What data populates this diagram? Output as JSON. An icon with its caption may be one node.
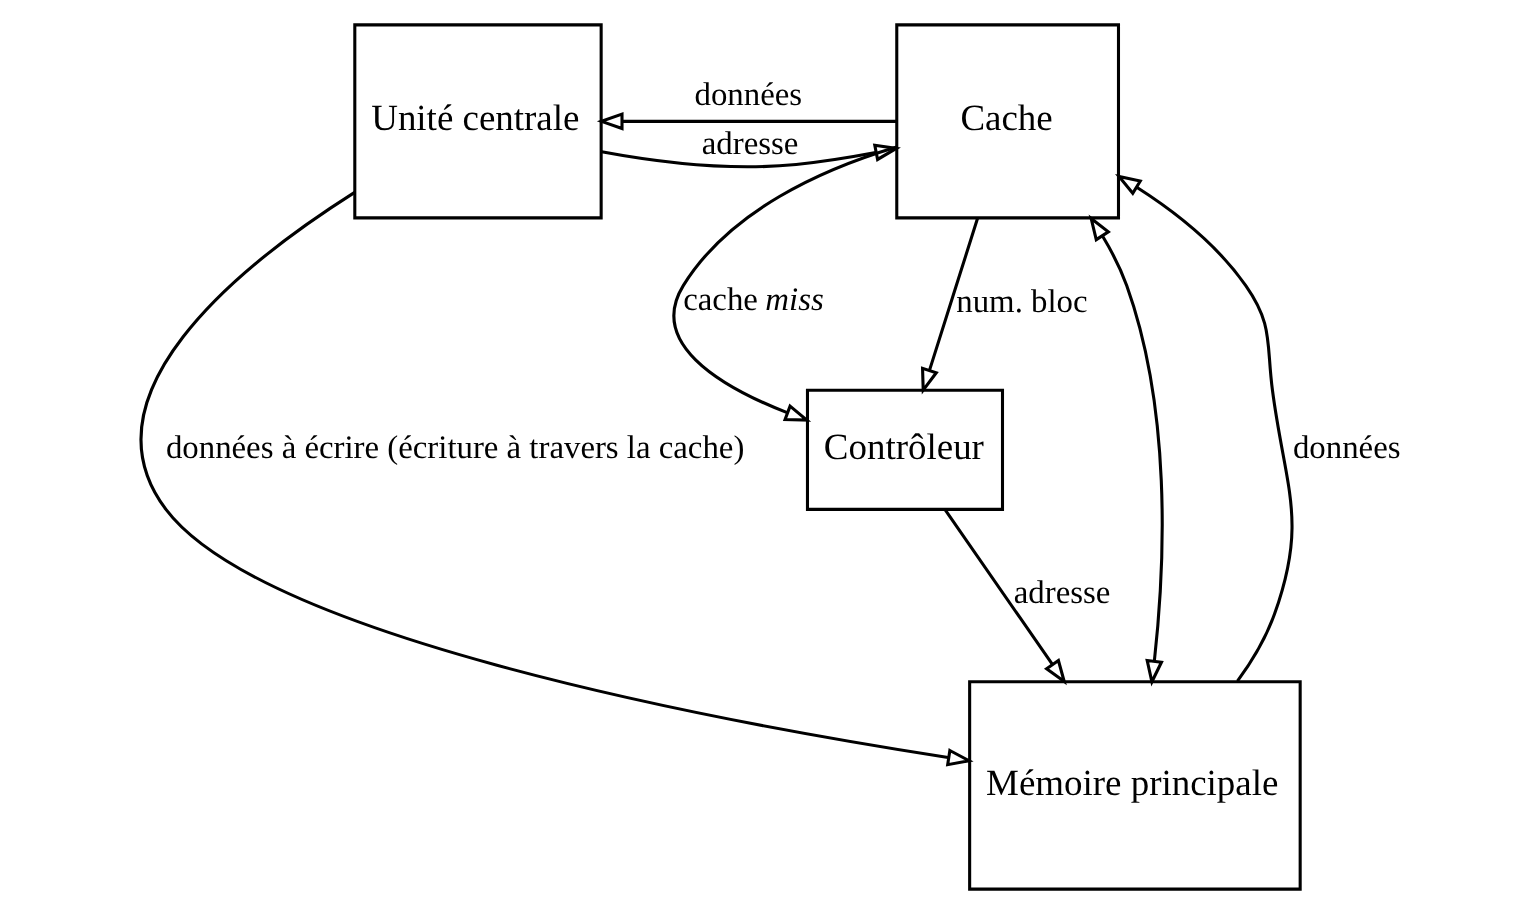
{
  "diagram": {
    "nodes": [
      {
        "text": [
          "Unité centrale"
        ]
      },
      {
        "text": [
          "Cache"
        ]
      },
      {
        "text": [
          "Contrôleur"
        ]
      },
      {
        "text": [
          "Mémoire principale"
        ]
      }
    ],
    "edges": [
      {
        "from": 0,
        "to": 1,
        "arrow": "to",
        "label": "adresse"
      },
      {
        "from": 1,
        "to": 0,
        "arrow": "to",
        "label": "données"
      },
      {
        "from": 0,
        "to": 3,
        "arrow": "to",
        "label": "données à écrire (écriture à travers la cache)"
      },
      {
        "from": 1,
        "to": 3,
        "arrow": "both"
      },
      {
        "from": 3,
        "to": 1,
        "arrow": "to",
        "label": "données"
      },
      {
        "from": 1,
        "to": 2,
        "arrow": "to",
        "label": "cache *miss*"
      },
      {
        "from": 1,
        "to": 2,
        "arrow": "to",
        "label": "num. bloc"
      },
      {
        "from": 2,
        "to": 3,
        "arrow": "to",
        "label": "adresse"
      }
    ]
  }
}
